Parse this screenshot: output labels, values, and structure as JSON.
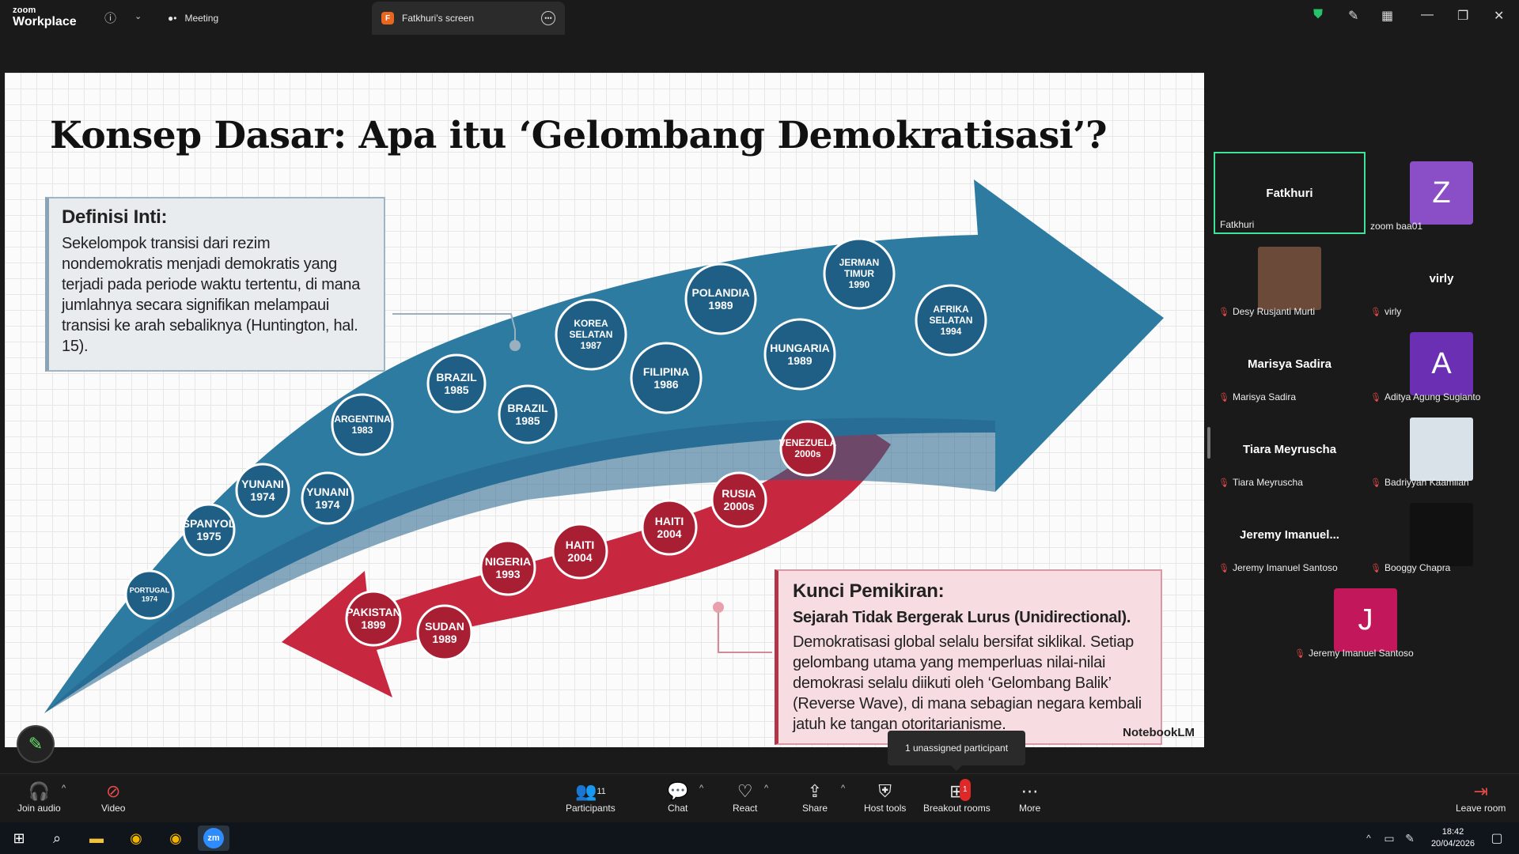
{
  "app": {
    "brand_small": "zoom",
    "brand_name": "Workplace"
  },
  "tabs": {
    "meeting": "Meeting",
    "screen": "Fatkhuri's screen",
    "screen_initial": "F"
  },
  "slide": {
    "title": "Konsep Dasar: Apa itu ‘Gelombang Demokratisasi’?",
    "definition": {
      "heading": "Definisi Inti:",
      "body": "Sekelompok transisi dari rezim nondemokratis menjadi demokratis yang terjadi pada periode waktu tertentu, di mana jumlahnya secara signifikan melampaui transisi ke arah sebaliknya (Huntington, hal. 15)."
    },
    "key": {
      "heading": "Kunci Pemikiran:",
      "subheading": "Sejarah Tidak Bergerak Lurus (Unidirectional).",
      "body": "Demokratisasi global selalu bersifat siklikal. Setiap gelombang utama yang memperluas nilai-nilai demokrasi selalu diikuti oleh ‘Gelombang Balik’ (Reverse Wave), di mana sebagian negara kembali jatuh ke tangan otoritarianisme."
    },
    "blue_nodes": [
      {
        "name": "PORTUGAL",
        "year": "1974"
      },
      {
        "name": "SPANYOL",
        "year": "1975"
      },
      {
        "name": "YUNANI",
        "year": "1974"
      },
      {
        "name": "YUNANI",
        "year": "1974"
      },
      {
        "name": "ARGENTINA",
        "year": "1983"
      },
      {
        "name": "BRAZIL",
        "year": "1985"
      },
      {
        "name": "BRAZIL",
        "year": "1985"
      },
      {
        "name": "KOREA SELATAN",
        "year": "1987"
      },
      {
        "name": "FILIPINA",
        "year": "1986"
      },
      {
        "name": "POLANDIA",
        "year": "1989"
      },
      {
        "name": "HUNGARIA",
        "year": "1989"
      },
      {
        "name": "JERMAN TIMUR",
        "year": "1990"
      },
      {
        "name": "AFRIKA SELATAN",
        "year": "1994"
      }
    ],
    "red_nodes": [
      {
        "name": "VENEZUELA",
        "year": "2000s"
      },
      {
        "name": "RUSIA",
        "year": "2000s"
      },
      {
        "name": "HAITI",
        "year": "2004"
      },
      {
        "name": "HAITI",
        "year": "2004"
      },
      {
        "name": "NIGERIA",
        "year": "1993"
      },
      {
        "name": "PAKISTAN",
        "year": "1899"
      },
      {
        "name": "SUDAN",
        "year": "1989"
      }
    ],
    "watermark": "NotebookLM"
  },
  "gallery": [
    {
      "name": "Fatkhuri",
      "label": "Fatkhuri",
      "type": "name",
      "active": true,
      "muted": false
    },
    {
      "name": "Z",
      "label": "zoom baa01",
      "type": "avatar",
      "color": "#8a4fc7",
      "muted": false
    },
    {
      "name": "",
      "label": "Desy Rusjanti Murti",
      "type": "photo",
      "muted": true
    },
    {
      "name": "virly",
      "label": "virly",
      "type": "name",
      "muted": true
    },
    {
      "name": "Marisya Sadira",
      "label": "Marisya Sadira",
      "type": "name",
      "muted": true
    },
    {
      "name": "A",
      "label": "Aditya Agung Sugianto",
      "type": "avatar",
      "color": "#6b2fb3",
      "muted": true
    },
    {
      "name": "Tiara Meyruscha",
      "label": "Tiara Meyruscha",
      "type": "name",
      "muted": true
    },
    {
      "name": "",
      "label": "Badriyyah Kaamilah",
      "type": "photo",
      "muted": true
    },
    {
      "name": "Jeremy  Imanuel...",
      "label": "Jeremy Imanuel Santoso",
      "type": "name",
      "muted": true
    },
    {
      "name": "",
      "label": "Booggy Chapra",
      "type": "photo",
      "muted": true
    },
    {
      "name": "J",
      "label": "Jeremy Imanuel Santoso",
      "type": "avatar",
      "color": "#c2185b",
      "muted": true
    }
  ],
  "tooltip": "1 unassigned participant",
  "toolbar": {
    "join_audio": "Join audio",
    "video": "Video",
    "participants": "Participants",
    "participants_count": "11",
    "chat": "Chat",
    "react": "React",
    "share": "Share",
    "host_tools": "Host tools",
    "breakout_rooms": "Breakout rooms",
    "breakout_badge": "1",
    "more": "More",
    "leave": "Leave room"
  },
  "taskbar": {
    "time": "18:42",
    "date": "20/04/2026"
  }
}
